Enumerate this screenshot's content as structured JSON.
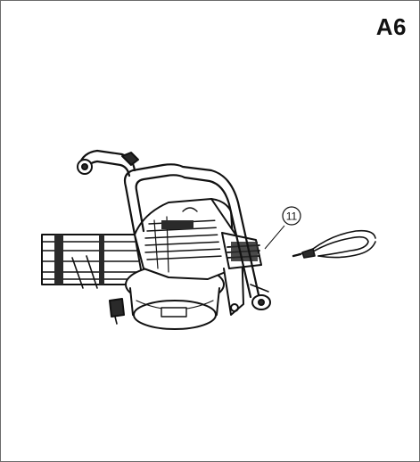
{
  "figure": {
    "label": "A6",
    "callout_number": "11"
  },
  "colors": {
    "ink": "#111111",
    "frame": "#6b6b6b",
    "background": "#ffffff",
    "shade": "#2a2a2a"
  },
  "icons": {
    "tool": "leaf-blower-illustration",
    "accessory": "shoulder-strap-illustration"
  }
}
